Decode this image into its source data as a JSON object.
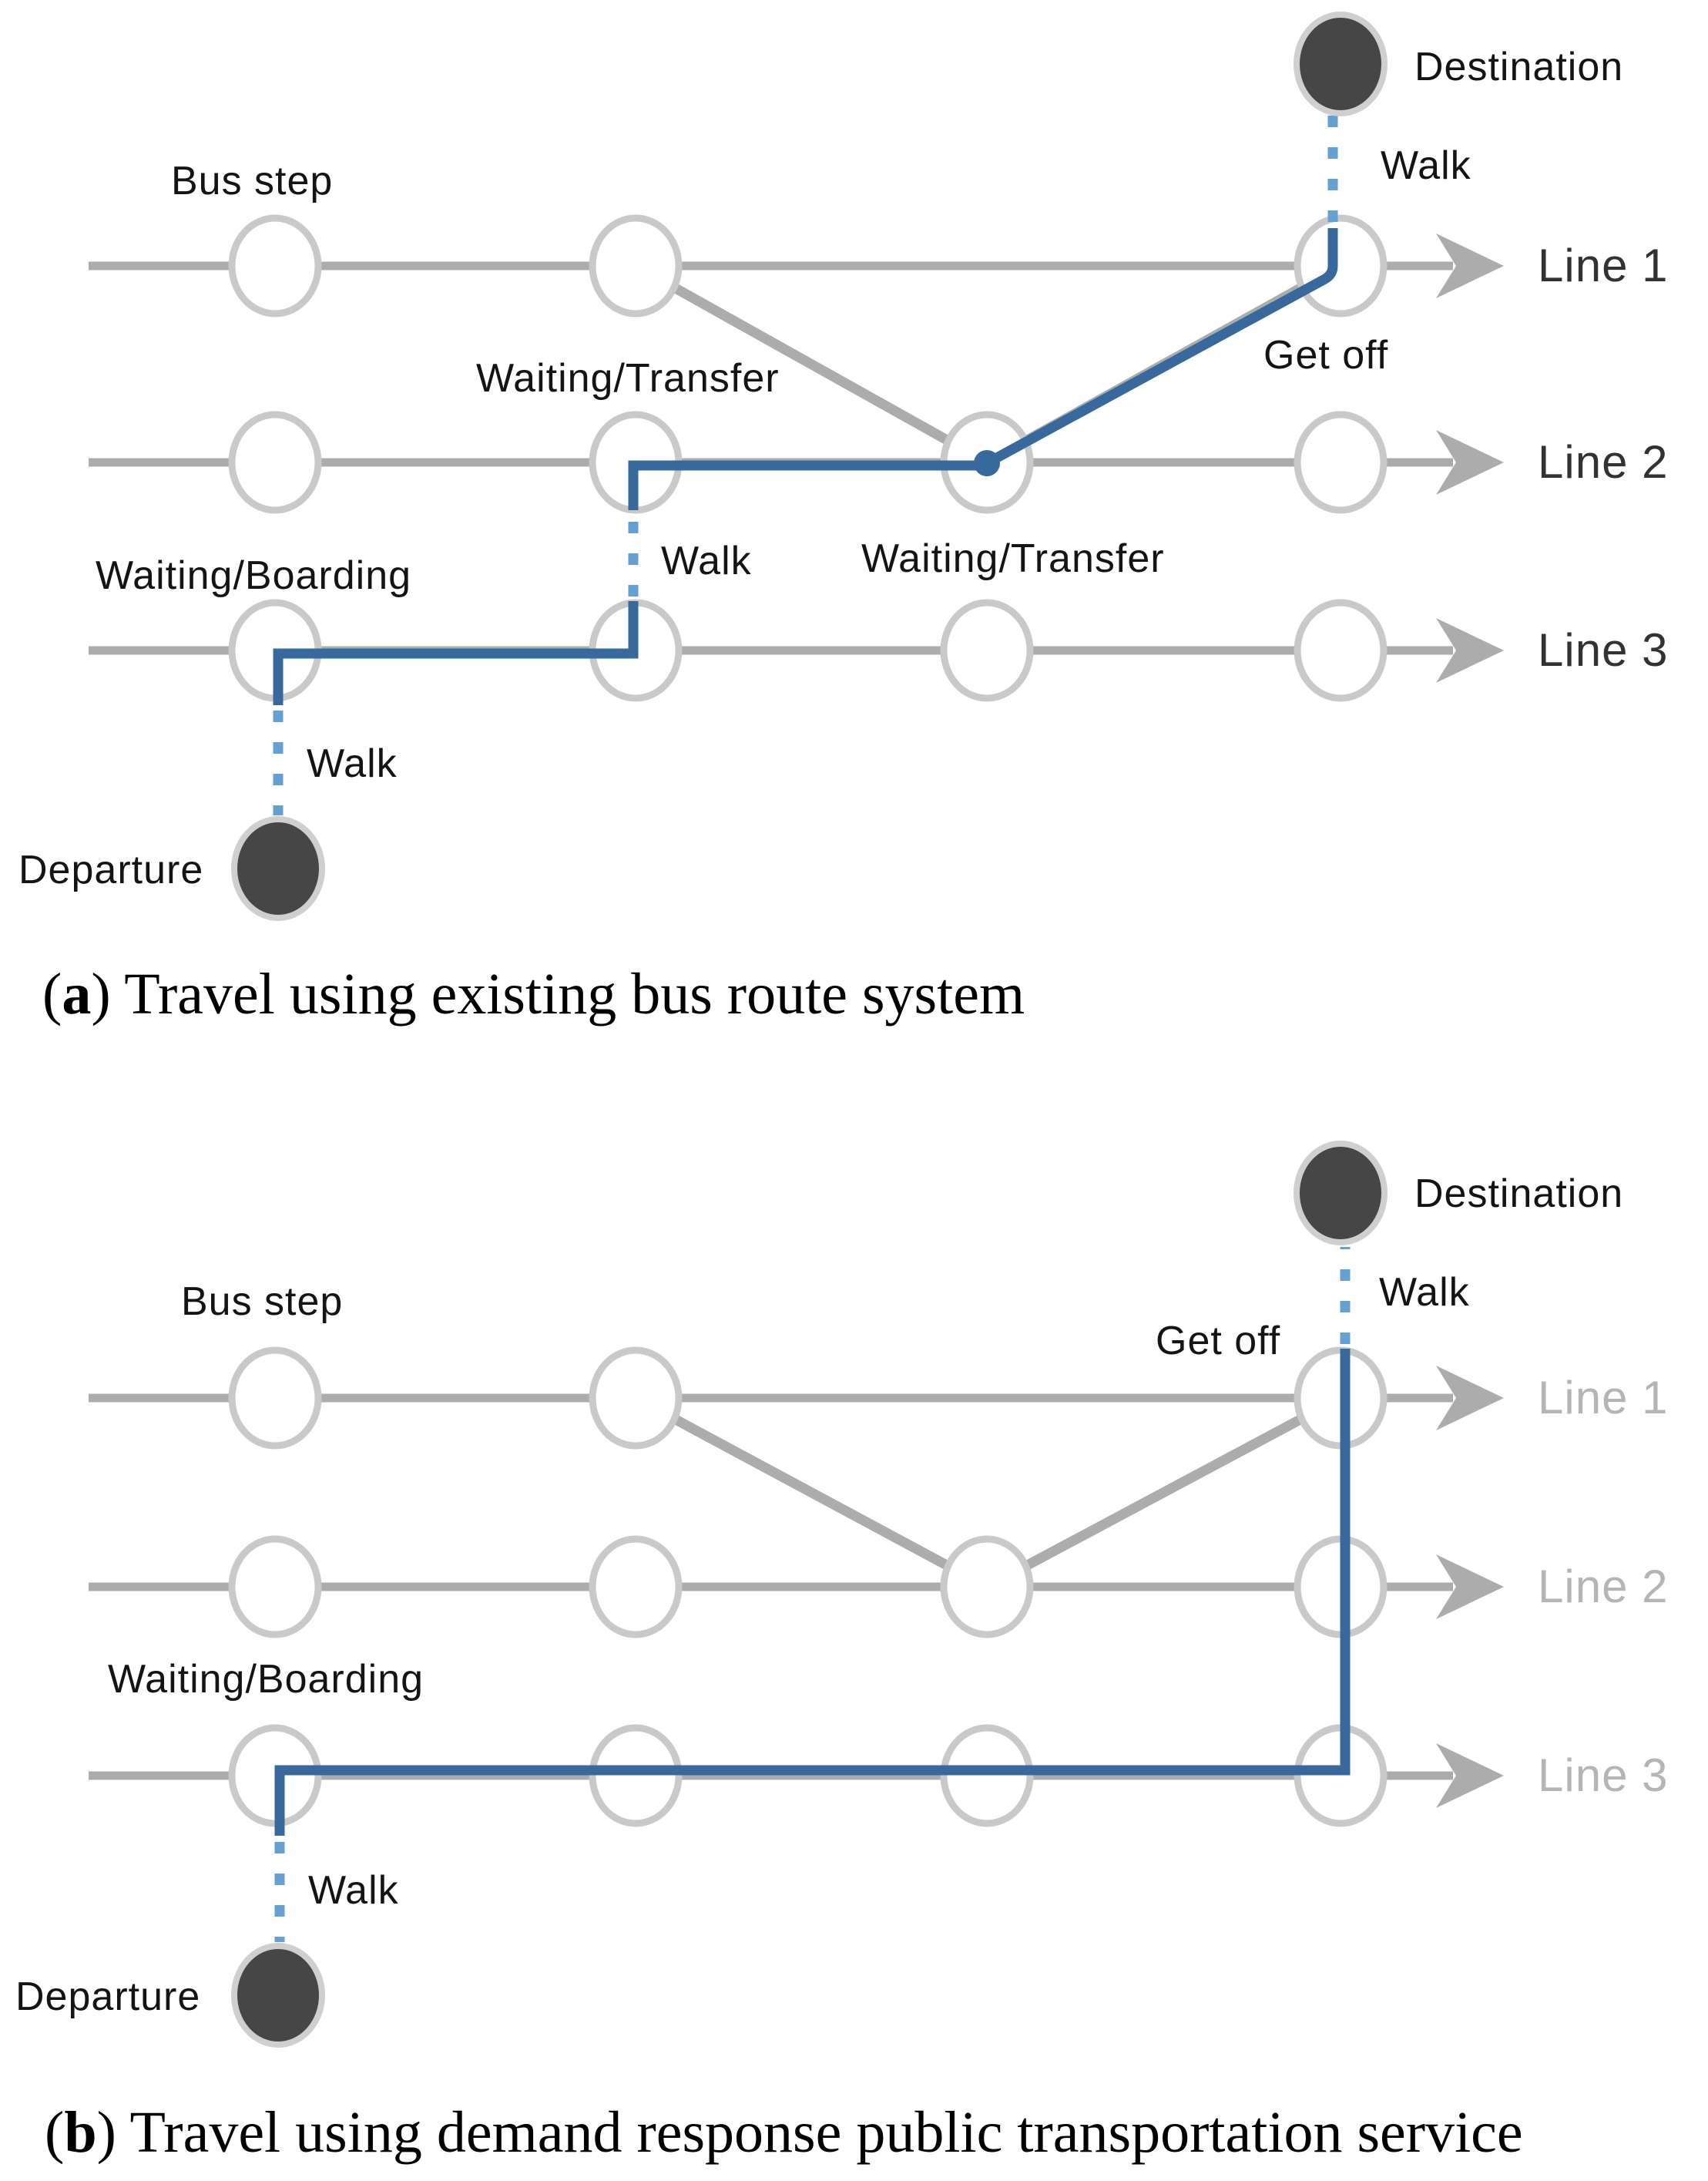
{
  "colors": {
    "route-blue": "#38699c",
    "walk-blue": "#64a0d2",
    "track-gray": "#acacac",
    "stop-ring": "#c9c9c9",
    "node-dark": "#464646",
    "node-ring": "#cfcfcf",
    "label-black": "#141414",
    "line-label-dark": "#323232",
    "line-label-light": "#b5b5b5",
    "page-bg": "#ffffff"
  },
  "diagram_a": {
    "bus_step": "Bus step",
    "destination": "Destination",
    "departure": "Departure",
    "get_off": "Get off",
    "walk_destination": "Walk",
    "walk_transfer": "Walk",
    "walk_departure": "Walk",
    "waiting_transfer_upper": "Waiting/Transfer",
    "waiting_transfer_lower": "Waiting/Transfer",
    "waiting_boarding": "Waiting/Boarding",
    "lines": [
      "Line 1",
      "Line 2",
      "Line 3"
    ],
    "caption": {
      "open": "(",
      "letter": "a",
      "rest": ") Travel using existing bus route system"
    }
  },
  "diagram_b": {
    "bus_step": "Bus step",
    "destination": "Destination",
    "departure": "Departure",
    "get_off": "Get off",
    "walk_destination": "Walk",
    "walk_departure": "Walk",
    "waiting_boarding": "Waiting/Boarding",
    "lines": [
      "Line 1",
      "Line 2",
      "Line 3"
    ],
    "caption": {
      "open": "(",
      "letter": "b",
      "rest": ") Travel using demand response public transportation service"
    }
  }
}
